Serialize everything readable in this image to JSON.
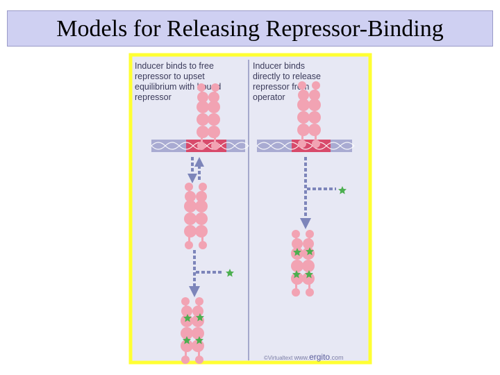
{
  "slide": {
    "title": "Models for Releasing Repressor-Binding"
  },
  "figure": {
    "left_panel": {
      "caption_lines": [
        "Inducer binds to free",
        "repressor to upset",
        "equilibrium with bound",
        "repressor"
      ]
    },
    "right_panel": {
      "caption_lines": [
        "Inducer binds",
        "directly to release",
        "repressor from",
        "operator"
      ]
    },
    "credit": {
      "prefix": "©Virtualtext",
      "site_www": "www.",
      "site_name": "ergito",
      "site_tld": ".com"
    }
  },
  "colors": {
    "slide_title_bg": "#cfd0f2",
    "figure_border": "#ffff33",
    "figure_bg": "#e7e8f4",
    "repressor": "#f2a3b3",
    "operator": "#d84a6b",
    "dna": "#a9abd2",
    "arrow": "#7d85ba",
    "inducer": "#4caf50",
    "caption_text": "#3a3a5a"
  }
}
